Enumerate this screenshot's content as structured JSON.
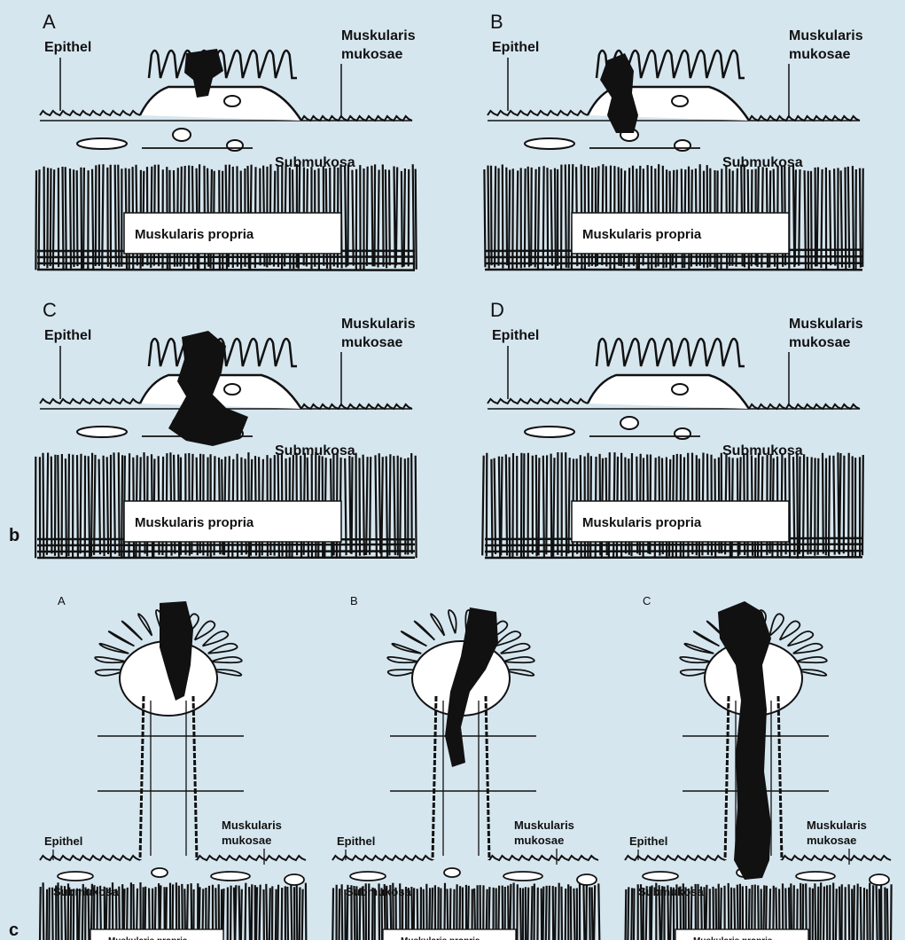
{
  "figure": {
    "row_labels": [
      "b",
      "c"
    ],
    "colors": {
      "background": "#d6e6ef",
      "ink": "#111111",
      "tissue_fill": "#ffffff"
    },
    "row_b_panels": [
      {
        "letter": "A",
        "invasion_level": 1,
        "labels": {
          "epithel": "Epithel",
          "mm1": "Muskularis",
          "mm2": "mukosae",
          "submucosa": "Submukosa",
          "mp": "Muskularis propria"
        }
      },
      {
        "letter": "B",
        "invasion_level": 2,
        "labels": {
          "epithel": "Epithel",
          "mm1": "Muskularis",
          "mm2": "mukosae",
          "submucosa": "Submukosa",
          "mp": "Muskularis propria"
        }
      },
      {
        "letter": "C",
        "invasion_level": 3,
        "labels": {
          "epithel": "Epithel",
          "mm1": "Muskularis",
          "mm2": "mukosae",
          "submucosa": "Submukosa",
          "mp": "Muskularis propria"
        }
      },
      {
        "letter": "D",
        "invasion_level": 0,
        "labels": {
          "epithel": "Epithel",
          "mm1": "Muskularis",
          "mm2": "mukosae",
          "submucosa": "Submukosa",
          "mp": "Muskularis propria"
        }
      }
    ],
    "row_c_panels": [
      {
        "letter": "A",
        "invasion_level": 1,
        "labels": {
          "epithel": "Epithel",
          "mm1": "Muskularis",
          "mm2": "mukosae",
          "submucosa": "Submukosa",
          "mp": "Muskularis propria"
        }
      },
      {
        "letter": "B",
        "invasion_level": 2,
        "labels": {
          "epithel": "Epithel",
          "mm1": "Muskularis",
          "mm2": "mukosae",
          "submucosa": "Submukosa",
          "mp": "Muskularis propria"
        }
      },
      {
        "letter": "C",
        "invasion_level": 3,
        "labels": {
          "epithel": "Epithel",
          "mm1": "Muskularis",
          "mm2": "mukosae",
          "submucosa": "Submukosa",
          "mp": "Muskularis propria"
        }
      }
    ]
  }
}
